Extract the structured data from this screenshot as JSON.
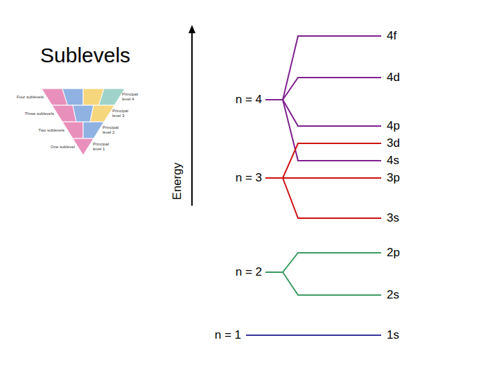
{
  "diagram": {
    "title": "Sublevels",
    "labels": [
      "Energy",
      "n = 4",
      "n = 3",
      "n = 2",
      "n = 1",
      "4f",
      "4d",
      "4p",
      "3d",
      "4s",
      "3p",
      "3s",
      "2p",
      "2s",
      "1s",
      "Four sublevels",
      "Three sublevels",
      "Two sublevels",
      "One sublevel",
      "Principal level 4",
      "Principal level 3",
      "Principal level 2",
      "Principal level 1"
    ]
  }
}
